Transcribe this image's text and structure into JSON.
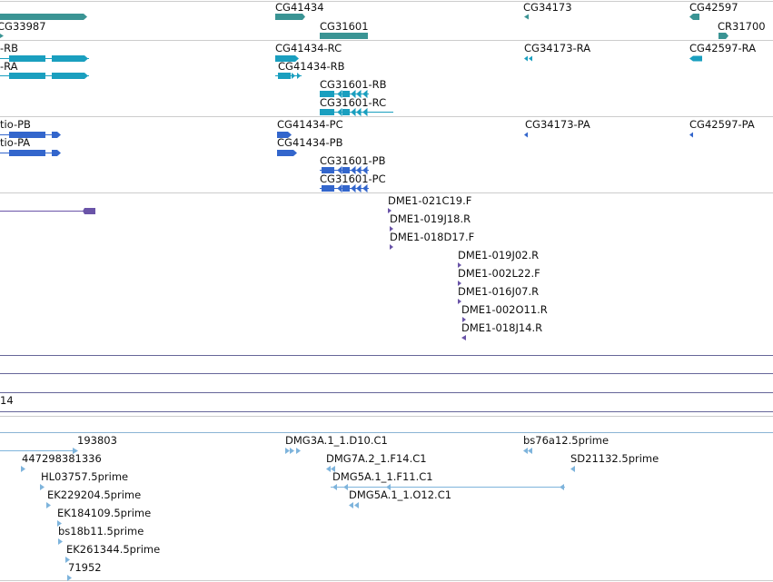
{
  "colors": {
    "gene": "#3a9494",
    "mrna": "#1a9fbf",
    "protein": "#3366cc",
    "clone": "#6a54a8",
    "est": "#7eb4dc",
    "divider": "#666699",
    "est_divider": "#8ab4d4",
    "label": "#111111"
  },
  "tracks": {
    "genes": {
      "labels": [
        "CG33987",
        "CG41434",
        "CG31601",
        "CG34173",
        "CG42597",
        "CR31700"
      ]
    },
    "transcripts": {
      "labels": [
        "-RB",
        "-RA",
        "CG41434-RC",
        "CG41434-RB",
        "CG31601-RB",
        "CG31601-RC",
        "CG34173-RA",
        "CG42597-RA"
      ]
    },
    "proteins": {
      "labels": [
        "tio-PB",
        "tio-PA",
        "CG41434-PC",
        "CG41434-PB",
        "CG31601-PB",
        "CG31601-PC",
        "CG34173-PA",
        "CG42597-PA"
      ]
    },
    "clones": {
      "labels": [
        "DME1-021C19.F",
        "DME1-019J18.R",
        "DME1-018D17.F",
        "DME1-019J02.R",
        "DME1-002L22.F",
        "DME1-016J07.R",
        "DME1-002O11.R",
        "DME1-018J14.R"
      ]
    },
    "misc": {
      "labels": [
        "14"
      ]
    },
    "ests": {
      "labels": [
        "193803",
        "447298381336",
        "HL03757.5prime",
        "EK229204.5prime",
        "EK184109.5prime",
        "bs18b11.5prime",
        "EK261344.5prime",
        "71952",
        "DMG3A.1_1.D10.C1",
        "DMG7A.2_1.F14.C1",
        "DMG5A.1_1.F11.C1",
        "DMG5A.1_1.O12.C1",
        "bs76a12.5prime",
        "SD21132.5prime"
      ]
    }
  }
}
